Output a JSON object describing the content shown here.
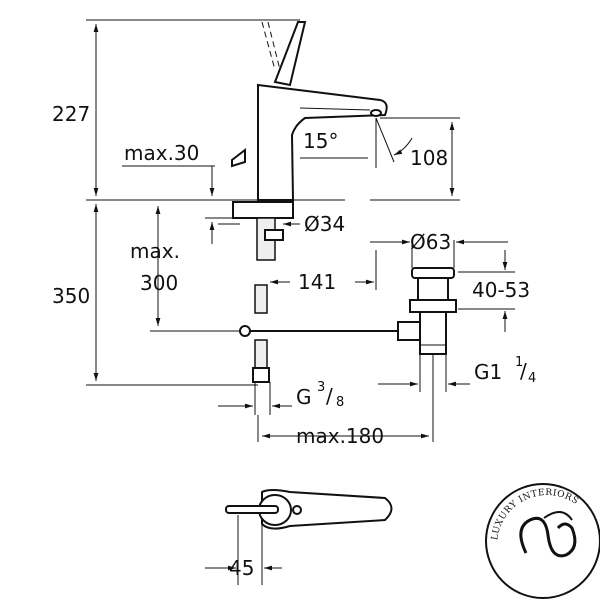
{
  "drawing": {
    "dimensions": {
      "height_above_deck": "227",
      "height_below_deck": "350",
      "spout_height": "108",
      "spout_angle": "15°",
      "deck_thickness_max": "max.30",
      "drain_rod_depth_max": "max.",
      "drain_rod_depth_value": "300",
      "hole_diameter": "Ø34",
      "spout_reach": "141",
      "waste_diameter": "Ø63",
      "waste_range": "40-53",
      "waste_thread": "G1",
      "waste_thread_fraction_num": "1",
      "waste_thread_fraction_den": "4",
      "supply_thread": "G",
      "supply_thread_fraction_num": "3",
      "supply_thread_fraction_den": "8",
      "offset_max": "max.180",
      "lever_offset": "45"
    },
    "logo": {
      "text": "LUXURY INTERIORS"
    }
  }
}
